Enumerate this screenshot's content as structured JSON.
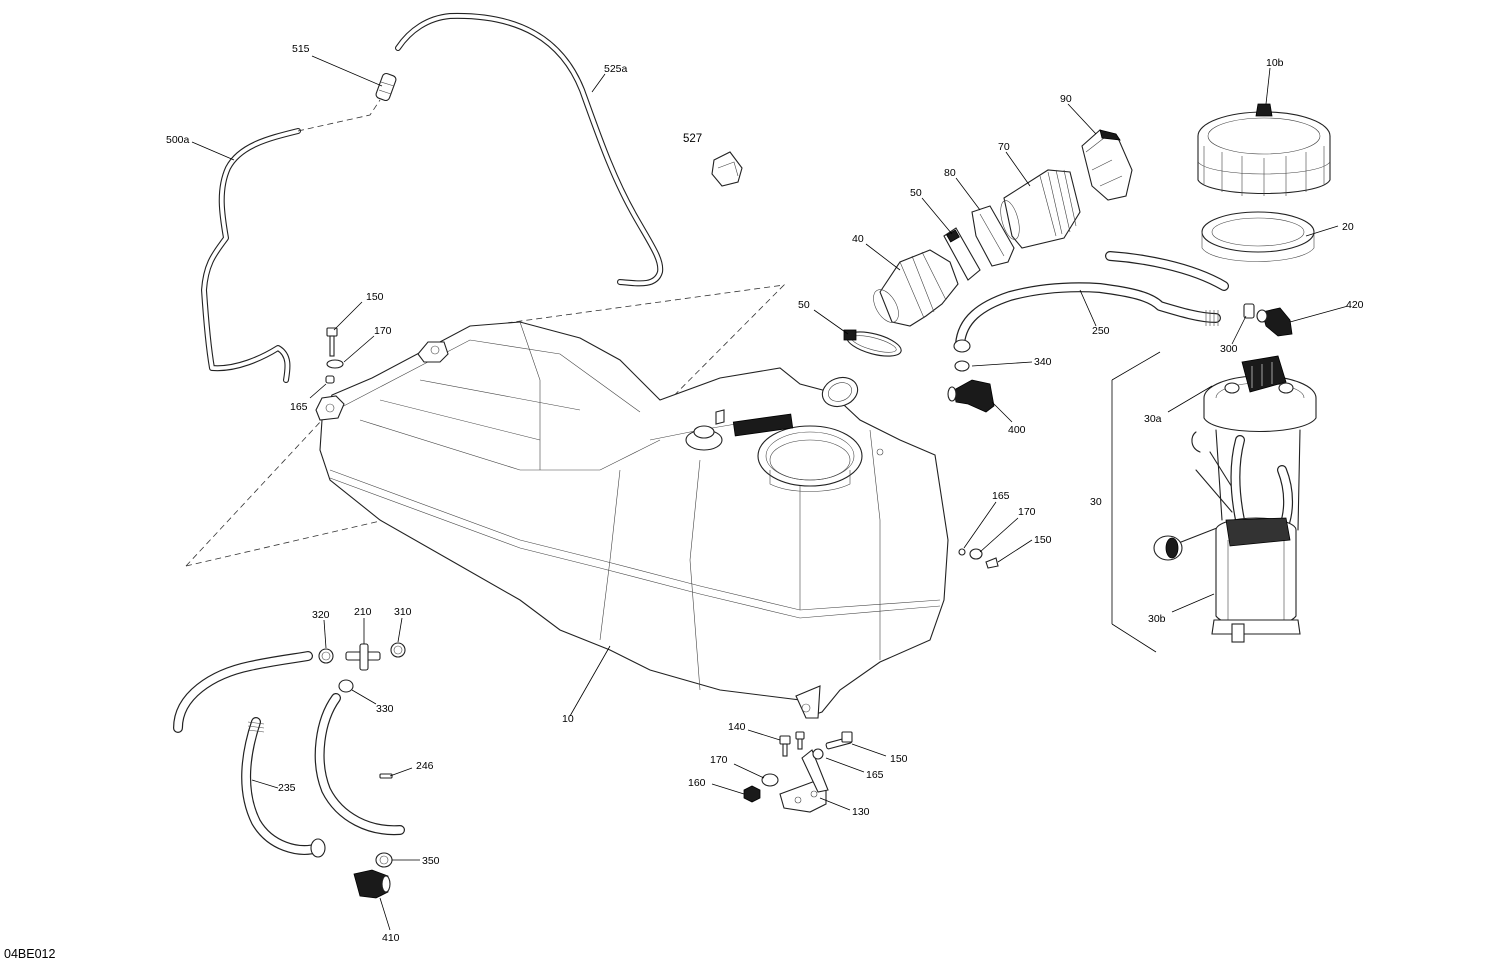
{
  "diagram_id": "04BE012",
  "labels": {
    "p515": "515",
    "p525a": "525a",
    "p500a": "500a",
    "p527": "527",
    "p150_top": "150",
    "p170_top": "170",
    "p165_top": "165",
    "p90": "90",
    "p70": "70",
    "p80": "80",
    "p50_top": "50",
    "p40": "40",
    "p50_clamp": "50",
    "p10b": "10b",
    "p20": "20",
    "p420": "420",
    "p300": "300",
    "p250": "250",
    "p340": "340",
    "p400": "400",
    "p30a": "30a",
    "p30": "30",
    "p30b": "30b",
    "p165_right": "165",
    "p170_right": "170",
    "p150_right": "150",
    "p320": "320",
    "p210": "210",
    "p310": "310",
    "p330": "330",
    "p10": "10",
    "p246": "246",
    "p235": "235",
    "p350": "350",
    "p410": "410",
    "p140": "140",
    "p150_bottom": "150",
    "p170_bottom": "170",
    "p165_bottom": "165",
    "p160": "160",
    "p130": "130"
  }
}
